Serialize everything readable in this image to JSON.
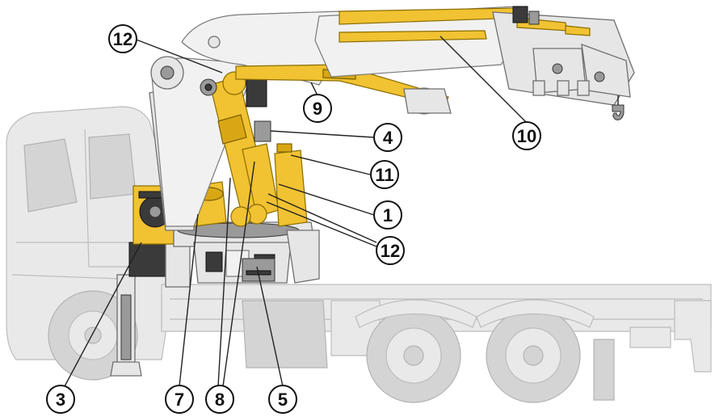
{
  "callouts": [
    {
      "id": "c1",
      "label": "1"
    },
    {
      "id": "c3",
      "label": "3"
    },
    {
      "id": "c4",
      "label": "4"
    },
    {
      "id": "c5",
      "label": "5"
    },
    {
      "id": "c7",
      "label": "7"
    },
    {
      "id": "c8",
      "label": "8"
    },
    {
      "id": "c9",
      "label": "9"
    },
    {
      "id": "c10",
      "label": "10"
    },
    {
      "id": "c11",
      "label": "11"
    },
    {
      "id": "c12a",
      "label": "12"
    },
    {
      "id": "c12b",
      "label": "12"
    }
  ],
  "colors": {
    "boom_yellow": "#f1c232",
    "truck_grey": "#e9e9e9",
    "boom_grey": "#e6e6e6",
    "callout_stroke": "#111111"
  }
}
